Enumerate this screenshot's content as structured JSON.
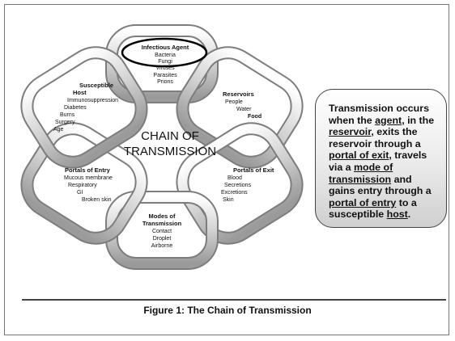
{
  "diagram": {
    "center_line1": "CHAIN OF",
    "center_line2": "TRANSMISSION",
    "links": {
      "agent": {
        "title": "Infectious Agent",
        "items": [
          "Bacteria",
          "Fungi",
          "Viruses",
          "Parasites",
          "Prions"
        ]
      },
      "reservoirs": {
        "title": "Reservoirs",
        "items": [
          "People",
          "Water",
          "Food"
        ]
      },
      "exit": {
        "title": "Portals of Exit",
        "items": [
          "Blood",
          "Secretions",
          "Excretions",
          "Skin"
        ]
      },
      "modes": {
        "title": "Modes of",
        "title2": "Transmission",
        "items": [
          "Contact",
          "Droplet",
          "Airborne"
        ]
      },
      "entry": {
        "title": "Portals of Entry",
        "items": [
          "Mucous membrane",
          "Respiratory",
          "GI",
          "Broken skin"
        ]
      },
      "host": {
        "title": "Susceptible",
        "title2": "Host",
        "items": [
          "Immunosuppression",
          "Diabetes",
          "Burns",
          "Surgery",
          "Age"
        ]
      }
    },
    "highlight_color": "#000000",
    "link_color": "#c7c7c7"
  },
  "callout": {
    "p1": "Transmission occurs when the ",
    "agent": "agent",
    "p2": ", in the ",
    "reservoir": "reservoir",
    "p3": ", exits the reservoir through a ",
    "portal_exit": "portal of exit",
    "p4": ", travels via a ",
    "mode": "mode of transmission",
    "p5": " and gains entry through a ",
    "portal_entry": "portal of entry",
    "p6": " to a susceptible ",
    "host": "host",
    "p7": "."
  },
  "caption": "Figure 1: The Chain of Transmission"
}
